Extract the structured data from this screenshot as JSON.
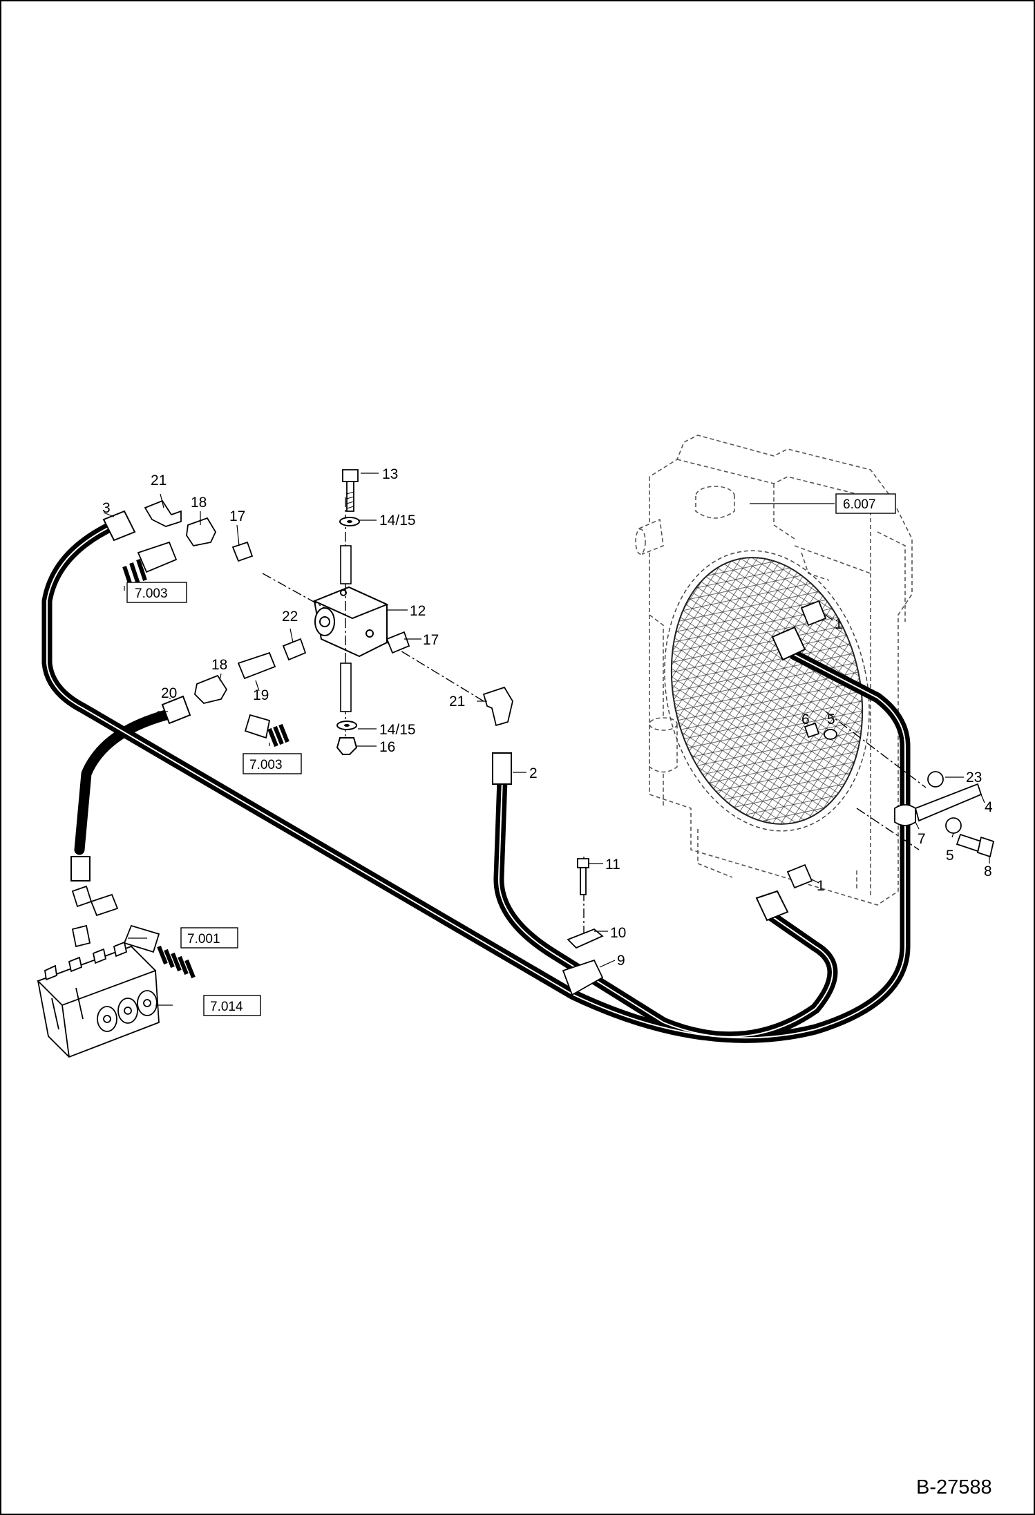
{
  "drawing_number": "B-27588",
  "assembly_refs": {
    "radiator": "6.007",
    "hose_upper": "7.003",
    "hose_lower": "7.003",
    "hose_valve": "7.001",
    "control_valve": "7.014"
  },
  "callouts": {
    "c1a": "1",
    "c1b": "1",
    "c2": "2",
    "c3": "3",
    "c4": "4",
    "c5a": "5",
    "c5b": "5",
    "c6": "6",
    "c7": "7",
    "c8": "8",
    "c9": "9",
    "c10": "10",
    "c11": "11",
    "c12": "12",
    "c13": "13",
    "c14a": "14/15",
    "c14b": "14/15",
    "c16": "16",
    "c17a": "17",
    "c17b": "17",
    "c18a": "18",
    "c18b": "18",
    "c19": "19",
    "c20": "20",
    "c21a": "21",
    "c21b": "21",
    "c22": "22",
    "c23": "23"
  }
}
